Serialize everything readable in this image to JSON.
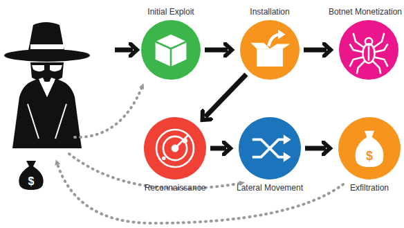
{
  "diagram": {
    "nodes": [
      {
        "text": [
          "Initial Exploit"
        ]
      },
      {
        "text": [
          "Installation"
        ]
      },
      {
        "text": [
          "Botnet Monetization"
        ]
      },
      {
        "text": [
          "Reconnaissance"
        ]
      },
      {
        "text": [
          "Lateral Movement"
        ]
      },
      {
        "text": [
          "Exfiltration"
        ]
      }
    ],
    "edges": [
      {
        "from": 0,
        "to": 1,
        "arrow": "to"
      },
      {
        "from": 1,
        "to": 2,
        "arrow": "to"
      },
      {
        "from": 1,
        "to": 3,
        "arrow": "to"
      },
      {
        "from": 3,
        "to": 4,
        "arrow": "to"
      },
      {
        "from": 4,
        "to": 5,
        "arrow": "to"
      }
    ],
    "labels": [
      "$",
      "$"
    ]
  }
}
